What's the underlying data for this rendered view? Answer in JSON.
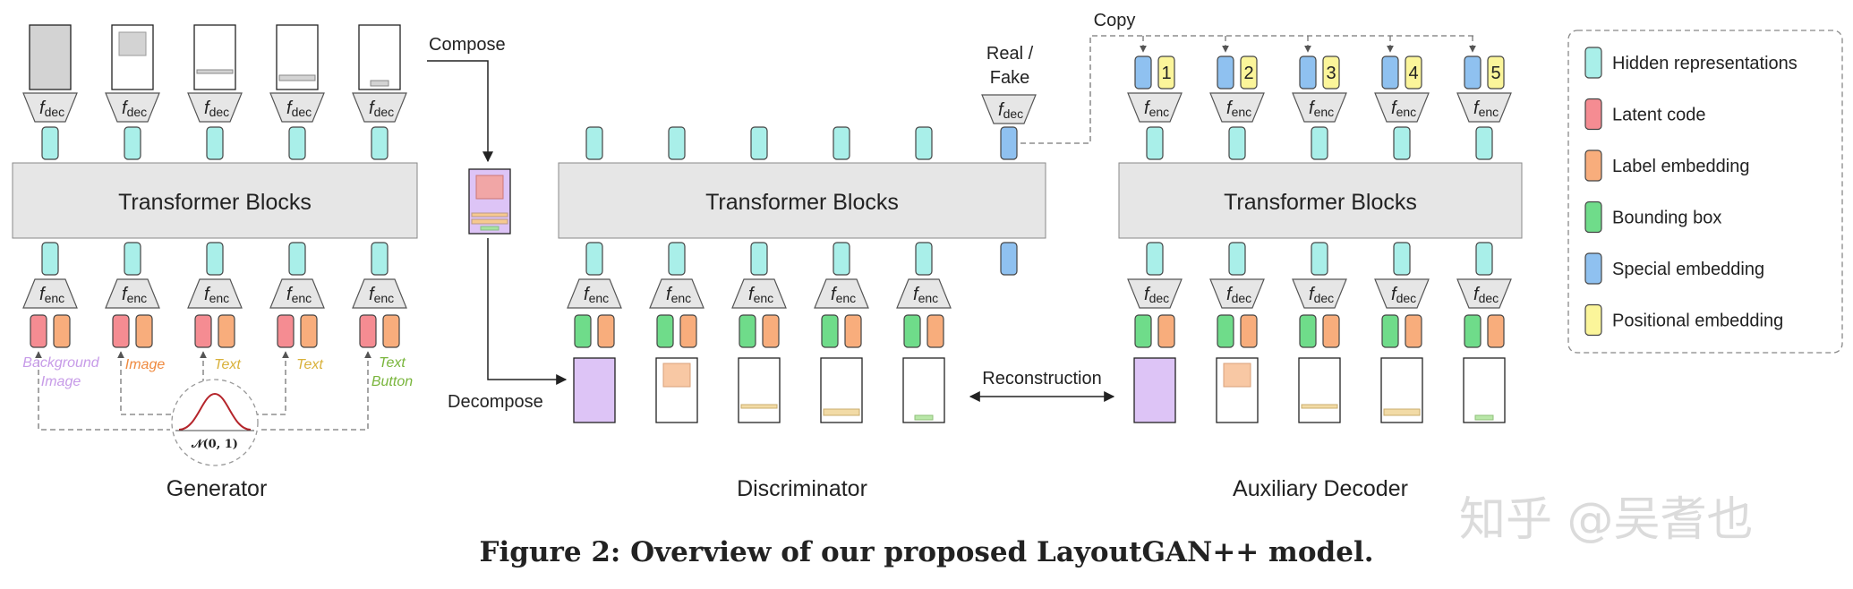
{
  "colors": {
    "hidden": "#a9efe9",
    "latent": "#f58c92",
    "label": "#f8ad7c",
    "bbox": "#6fdc8a",
    "special": "#8fc1f0",
    "positional": "#fbf59a",
    "block": "#e6e6e6",
    "purple": "#ddc4f6",
    "background_text": "#c79be8",
    "image_text": "#ef8a40",
    "text_text": "#d9b13a",
    "button_text": "#79b53c"
  },
  "transformer": {
    "generator": "Transformer Blocks",
    "discriminator": "Transformer Blocks",
    "auxiliary": "Transformer Blocks"
  },
  "func": {
    "f": "f",
    "dec": "dec",
    "enc": "enc"
  },
  "labels": {
    "compose": "Compose",
    "decompose": "Decompose",
    "real": "Real /",
    "fake": "Fake",
    "copy": "Copy",
    "reconstruction": "Reconstruction",
    "generator": "Generator",
    "discriminator": "Discriminator",
    "auxiliary": "Auxiliary Decoder",
    "normal": "𝒩(0, 1)"
  },
  "element_labels": {
    "background_line1": "Background",
    "background_line2": "Image",
    "image": "Image",
    "text1": "Text",
    "text2": "Text",
    "button_line1": "Text",
    "button_line2": "Button"
  },
  "positions": [
    "1",
    "2",
    "3",
    "4",
    "5"
  ],
  "legend": {
    "items": [
      {
        "label": "Hidden representations",
        "color": "#a9efe9"
      },
      {
        "label": "Latent code",
        "color": "#f58c92"
      },
      {
        "label": "Label embedding",
        "color": "#f8ad7c"
      },
      {
        "label": "Bounding box",
        "color": "#6fdc8a"
      },
      {
        "label": "Special embedding",
        "color": "#8fc1f0"
      },
      {
        "label": "Positional embedding",
        "color": "#fbf59a"
      }
    ]
  },
  "caption": "Figure 2: Overview of our proposed LayoutGAN++ model.",
  "watermark": "知乎 @吴耆也"
}
